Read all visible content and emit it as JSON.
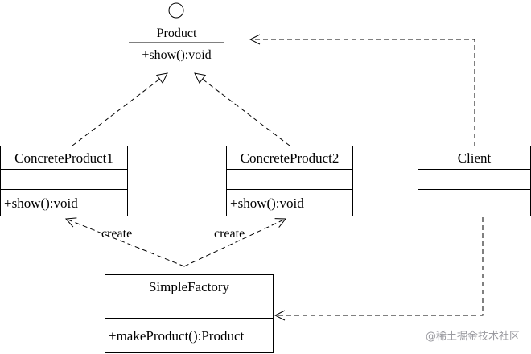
{
  "product": {
    "name": "Product",
    "operation": "+show():void"
  },
  "concrete1": {
    "name": "ConcreteProduct1",
    "attributes": "",
    "operation": "+show():void"
  },
  "concrete2": {
    "name": "ConcreteProduct2",
    "attributes": "",
    "operation": "+show():void"
  },
  "client": {
    "name": "Client",
    "attributes": "",
    "operations": ""
  },
  "factory": {
    "name": "SimpleFactory",
    "attributes": "",
    "operation": "+makeProduct():Product"
  },
  "edges": {
    "create_label_1": "create",
    "create_label_2": "create"
  },
  "watermark": "@稀土掘金技术社区"
}
